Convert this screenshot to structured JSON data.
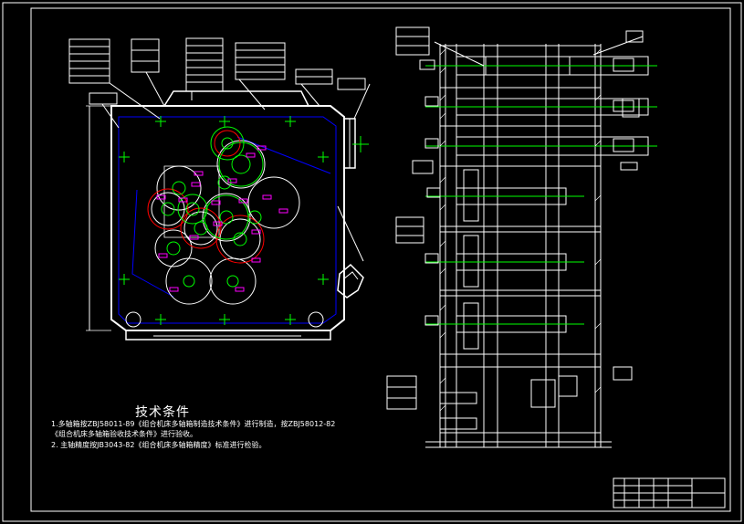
{
  "tech_requirements": {
    "title": "技术条件",
    "line1": "1.多轴箱按ZBJ58011-89《组合机床多轴箱制造技术条件》进行制造，按ZBJ58012-82",
    "line2": "《组合机床多轴箱验收技术条件》进行验收。",
    "line3": "2. 主轴精度按JB3043-82《组合机床多轴箱精度》标准进行检验。"
  },
  "colors": {
    "background": "#000000",
    "outline": "#ffffff",
    "gear_circles": "#00ff00",
    "shaft_centers": "#00ff00",
    "gear_labels": "#ff00ff",
    "construction": "#0000ff",
    "meshing": "#ff0000"
  }
}
